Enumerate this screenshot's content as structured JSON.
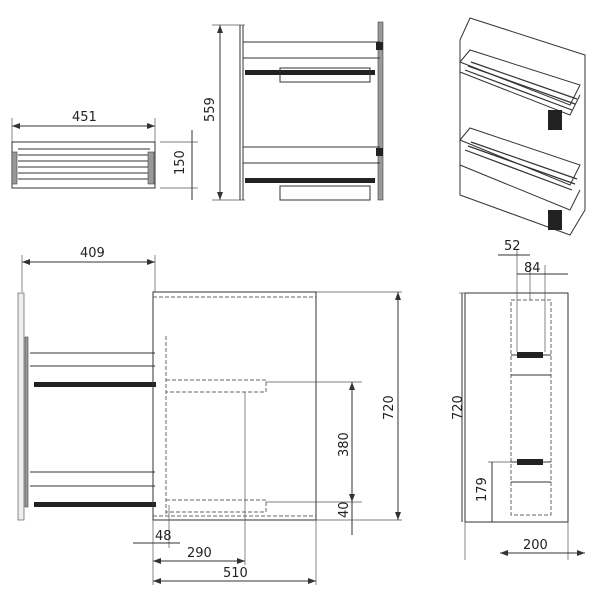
{
  "views": {
    "top_view": {
      "width_label": "451",
      "height_label": "150"
    },
    "side_view": {
      "height_label": "559"
    },
    "front_section": {
      "depth_label": "409",
      "cabinet_height_label": "720",
      "shelf_spacing_label": "380",
      "bottom_offset_label": "40",
      "front_offset_label": "48",
      "rail_length_label": "290",
      "cabinet_depth_label": "510"
    },
    "front_view": {
      "height_label": "720",
      "offset_52_label": "52",
      "offset_84_label": "84",
      "width_label": "200",
      "bottom_label": "179"
    }
  }
}
